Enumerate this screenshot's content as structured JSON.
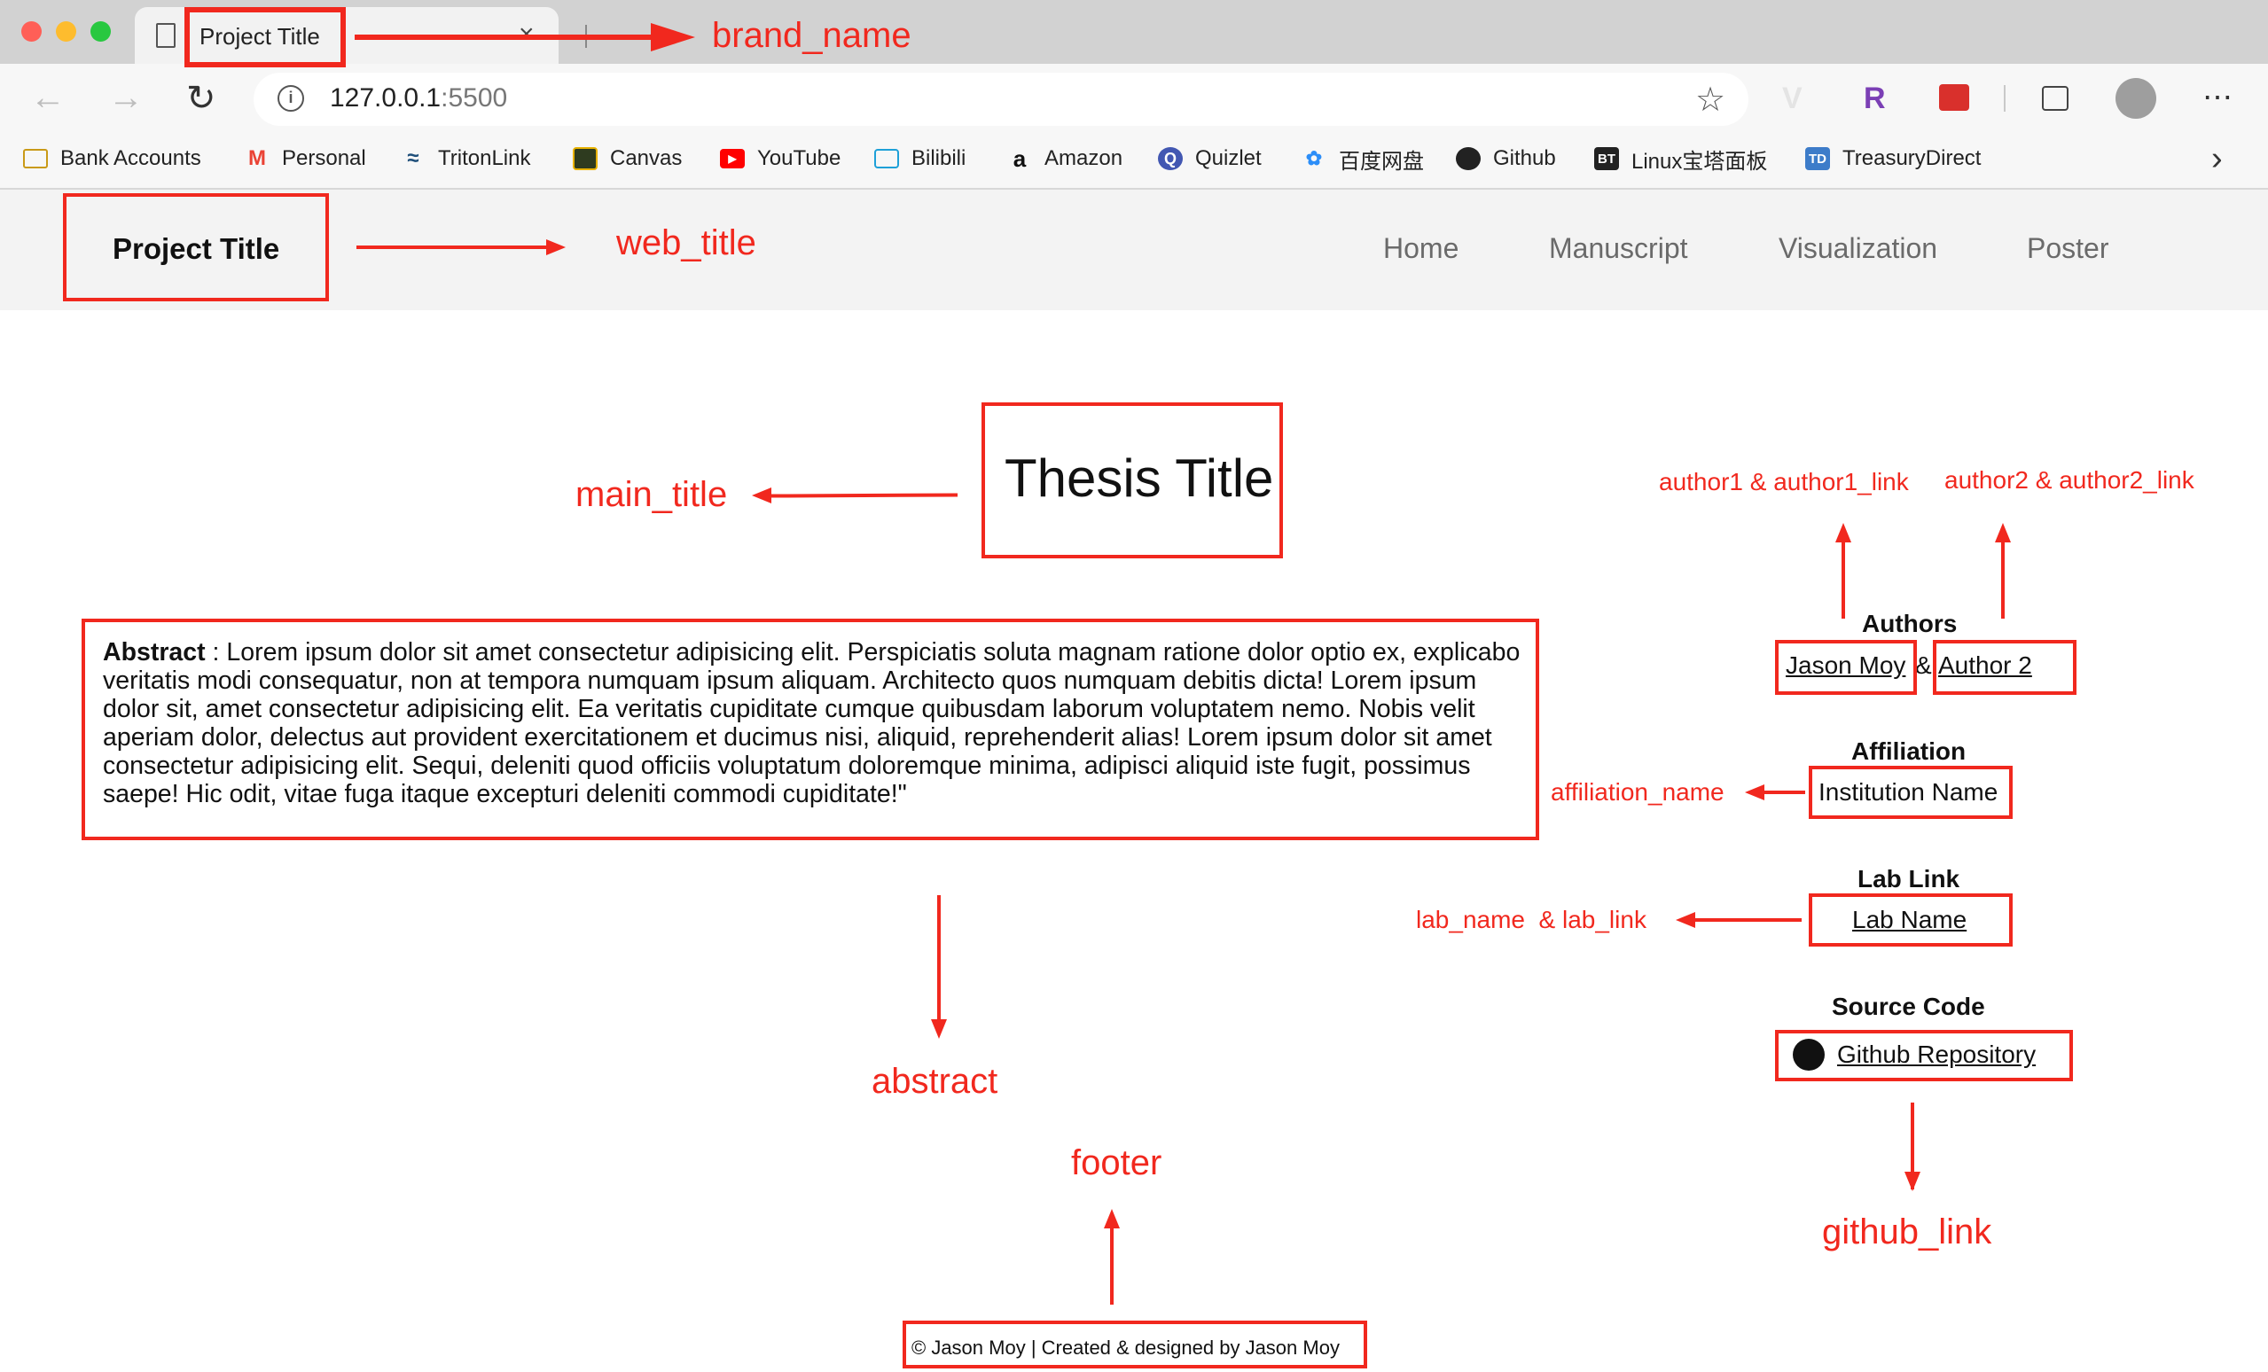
{
  "browser": {
    "tab_title": "Project Title",
    "url_host": "127.0.0.1",
    "url_port": ":5500",
    "bookmarks": [
      {
        "label": "Bank Accounts",
        "icon": "folder-icon"
      },
      {
        "label": "Personal",
        "icon": "gmail-icon"
      },
      {
        "label": "TritonLink",
        "icon": "tritonlink-icon"
      },
      {
        "label": "Canvas",
        "icon": "canvas-icon"
      },
      {
        "label": "YouTube",
        "icon": "youtube-icon"
      },
      {
        "label": "Bilibili",
        "icon": "bilibili-icon"
      },
      {
        "label": "Amazon",
        "icon": "amazon-icon"
      },
      {
        "label": "Quizlet",
        "icon": "quizlet-icon"
      },
      {
        "label": "百度网盘",
        "icon": "baidu-icon"
      },
      {
        "label": "Github",
        "icon": "github-icon"
      },
      {
        "label": "Linux宝塔面板",
        "icon": "bt-icon"
      },
      {
        "label": "TreasuryDirect",
        "icon": "td-icon"
      }
    ]
  },
  "site": {
    "brand": "Project Title",
    "nav": [
      "Home",
      "Manuscript",
      "Visualization",
      "Poster"
    ],
    "thesis_title": "Thesis Title",
    "abstract_label": "Abstract",
    "abstract_text": " : Lorem ipsum dolor sit amet consectetur adipisicing elit. Perspiciatis soluta magnam ratione dolor optio ex, explicabo veritatis modi consequatur, non at tempora numquam ipsum aliquam. Architecto quos numquam debitis dicta! Lorem ipsum dolor sit, amet consectetur adipisicing elit. Ea veritatis cupiditate cumque quibusdam laborum voluptatem nemo. Nobis velit aperiam dolor, delectus aut provident exercitationem et ducimus nisi, aliquid, reprehenderit alias! Lorem ipsum dolor sit amet consectetur adipisicing elit. Sequi, deleniti quod officiis voluptatum doloremque minima, adipisci aliquid iste fugit, possimus saepe! Hic odit, vitae fuga itaque excepturi deleniti commodi cupiditate!\"",
    "authors_heading": "Authors",
    "author1": "Jason Moy",
    "author_sep": "&",
    "author2": "Author 2",
    "affiliation_heading": "Affiliation",
    "affiliation": "Institution Name",
    "lab_heading": "Lab Link",
    "lab": "Lab Name",
    "source_heading": "Source Code",
    "github": "Github Repository",
    "footer": "© Jason Moy | Created & designed by Jason Moy"
  },
  "annotations": {
    "brand_name": "brand_name",
    "web_title": "web_title",
    "main_title": "main_title",
    "author1": "author1 & author1_link",
    "author2": "author2 & author2_link",
    "affiliation_name": "affiliation_name",
    "lab": "lab_name  & lab_link",
    "abstract": "abstract",
    "footer": "footer",
    "github_link": "github_link"
  },
  "colors": {
    "annotation_red": "#f1281e",
    "navbar_bg": "#f3f3f3"
  }
}
